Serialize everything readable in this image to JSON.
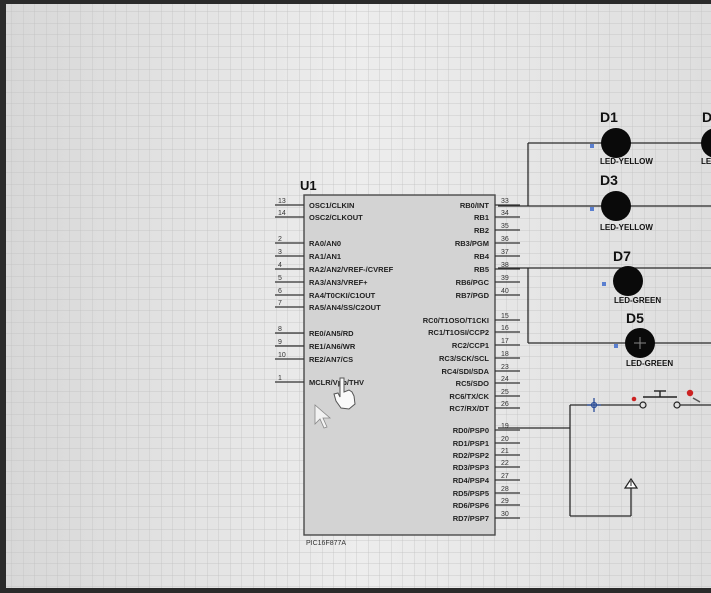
{
  "chip": {
    "ref": "U1",
    "part": "PIC16F877A",
    "left_pins": [
      {
        "num": "13",
        "name": "OSC1/CLKIN"
      },
      {
        "num": "14",
        "name": "OSC2/CLKOUT"
      },
      {
        "num": "2",
        "name": "RA0/AN0"
      },
      {
        "num": "3",
        "name": "RA1/AN1"
      },
      {
        "num": "4",
        "name": "RA2/AN2/VREF-/CVREF"
      },
      {
        "num": "5",
        "name": "RA3/AN3/VREF+"
      },
      {
        "num": "6",
        "name": "RA4/T0CKI/C1OUT"
      },
      {
        "num": "7",
        "name": "RA5/AN4/SS/C2OUT"
      },
      {
        "num": "8",
        "name": "RE0/AN5/RD"
      },
      {
        "num": "9",
        "name": "RE1/AN6/WR"
      },
      {
        "num": "10",
        "name": "RE2/AN7/CS"
      },
      {
        "num": "1",
        "name": "MCLR/Vpp/THV"
      }
    ],
    "right_pins": [
      {
        "num": "33",
        "name": "RB0/INT"
      },
      {
        "num": "34",
        "name": "RB1"
      },
      {
        "num": "35",
        "name": "RB2"
      },
      {
        "num": "36",
        "name": "RB3/PGM"
      },
      {
        "num": "37",
        "name": "RB4"
      },
      {
        "num": "38",
        "name": "RB5"
      },
      {
        "num": "39",
        "name": "RB6/PGC"
      },
      {
        "num": "40",
        "name": "RB7/PGD"
      },
      {
        "num": "15",
        "name": "RC0/T1OSO/T1CKI"
      },
      {
        "num": "16",
        "name": "RC1/T1OSI/CCP2"
      },
      {
        "num": "17",
        "name": "RC2/CCP1"
      },
      {
        "num": "18",
        "name": "RC3/SCK/SCL"
      },
      {
        "num": "23",
        "name": "RC4/SDI/SDA"
      },
      {
        "num": "24",
        "name": "RC5/SDO"
      },
      {
        "num": "25",
        "name": "RC6/TX/CK"
      },
      {
        "num": "26",
        "name": "RC7/RX/DT"
      },
      {
        "num": "19",
        "name": "RD0/PSP0"
      },
      {
        "num": "20",
        "name": "RD1/PSP1"
      },
      {
        "num": "21",
        "name": "RD2/PSP2"
      },
      {
        "num": "22",
        "name": "RD3/PSP3"
      },
      {
        "num": "27",
        "name": "RD4/PSP4"
      },
      {
        "num": "28",
        "name": "RD5/PSP5"
      },
      {
        "num": "29",
        "name": "RD6/PSP6"
      },
      {
        "num": "30",
        "name": "RD7/PSP7"
      }
    ]
  },
  "leds": [
    {
      "ref": "D1",
      "type": "LED-YELLOW"
    },
    {
      "ref": "D3",
      "type": "LED-YELLOW"
    },
    {
      "ref": "D7",
      "type": "LED-GREEN"
    },
    {
      "ref": "D5",
      "type": "LED-GREEN"
    }
  ],
  "partial_leds": [
    {
      "ref": "D",
      "type": "LE"
    }
  ]
}
